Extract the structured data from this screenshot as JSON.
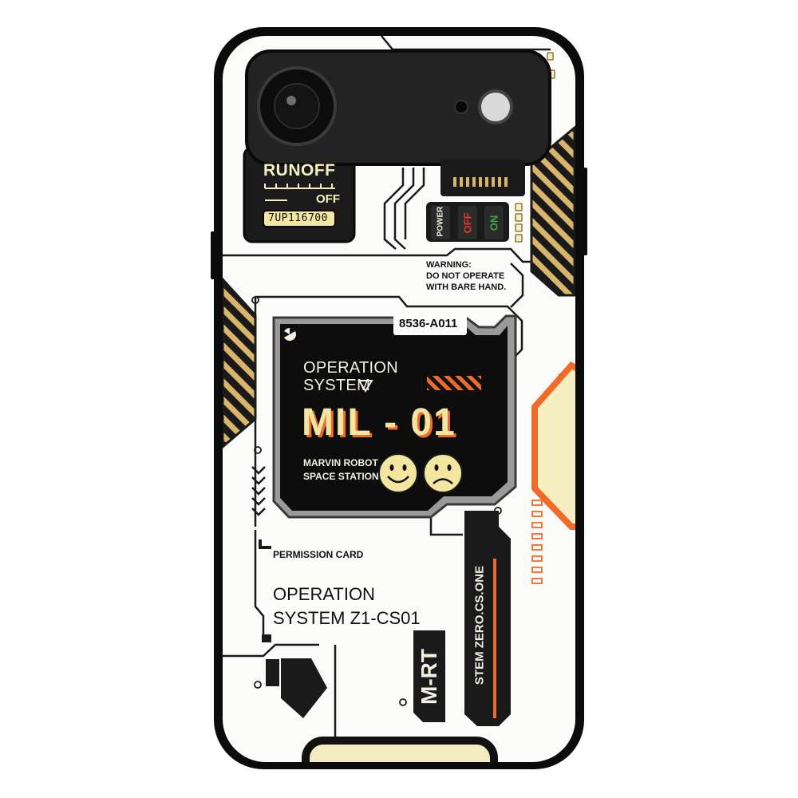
{
  "colors": {
    "case": "#0b0b0b",
    "face": "#fbfbfa",
    "panel": "#111111",
    "accent_orange": "#f06a2a",
    "accent_cream": "#f6efc2",
    "accent_yellow": "#f3e6a0",
    "stripe_gold": "#d8b56a"
  },
  "runoff": {
    "title": "RUNOFF",
    "state": "OFF",
    "code": "7UP116700"
  },
  "switches": [
    "POWER",
    "OFF",
    "ON"
  ],
  "warning": [
    "WARNING:",
    "DO NOT OPERATE",
    "WITH BARE HAND."
  ],
  "screen": {
    "serial": "8536-A011",
    "os_line1": "OPERATION",
    "os_line2": "SYSTEM",
    "model": "MIL - 01",
    "sub_line1": "MARVIN ROBOT",
    "sub_line2": "SPACE STATION",
    "icons": [
      "smile-icon",
      "frown-icon"
    ]
  },
  "permission": {
    "label": "PERMISSION CARD",
    "line1": "OPERATION",
    "line2": "SYSTEM Z1-CS01"
  },
  "tags": {
    "vertical": "STEM ZERO.CS.ONE",
    "mrt": "M-RT"
  }
}
